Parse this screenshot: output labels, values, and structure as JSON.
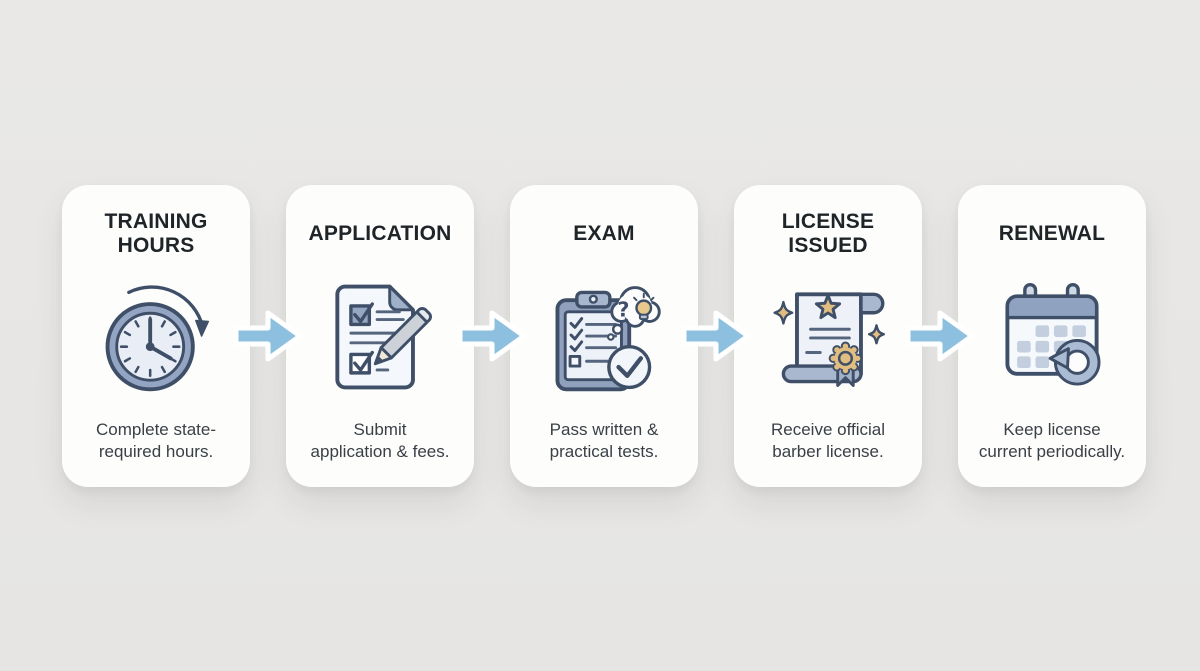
{
  "colors": {
    "bg": "#e7e6e4",
    "card": "#fdfdfc",
    "title": "#1f2428",
    "desc": "#3a4046",
    "outline": "#3f4f68",
    "arrow": "#8cc0de",
    "gold": "#e0bd80"
  },
  "flow": {
    "arrow_direction": "right",
    "steps": [
      {
        "id": "training-hours",
        "title": "TRAINING\nHOURS",
        "description": "Complete state-\nrequired hours.",
        "icon": "clock-history-icon"
      },
      {
        "id": "application",
        "title": "APPLICATION",
        "description": "Submit\napplication & fees.",
        "icon": "application-form-pencil-icon"
      },
      {
        "id": "exam",
        "title": "EXAM",
        "description": "Pass written &\npractical tests.",
        "icon": "exam-checklist-thought-icon"
      },
      {
        "id": "license-issued",
        "title": "LICENSE\nISSUED",
        "description": "Receive official\nbarber license.",
        "icon": "certificate-scroll-icon"
      },
      {
        "id": "renewal",
        "title": "RENEWAL",
        "description": "Keep license\ncurrent periodically.",
        "icon": "calendar-refresh-icon"
      }
    ],
    "glyphs": {
      "question_mark": "?"
    }
  }
}
